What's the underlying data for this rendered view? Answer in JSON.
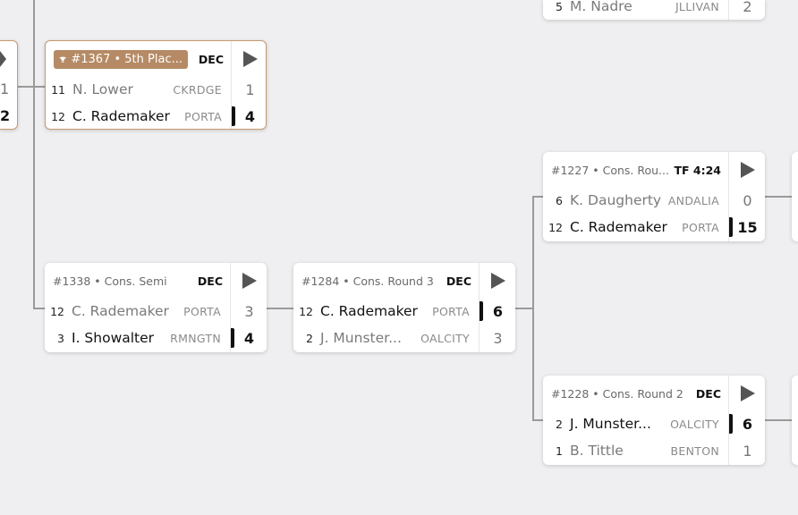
{
  "partial_left": {
    "scores": [
      "1",
      "2"
    ]
  },
  "partial_top": {
    "seed": "5",
    "name": "M. Nadre",
    "team": "JLLIVAN",
    "score": "2"
  },
  "matches": [
    {
      "id": "m1367",
      "title": "#1367 • 5th Plac...",
      "result": "DEC",
      "trophy": true,
      "rows": [
        {
          "seed": "11",
          "name": "N. Lower",
          "team": "CKRDGE",
          "score": "1",
          "win": false
        },
        {
          "seed": "12",
          "name": "C. Rademaker",
          "team": "PORTA",
          "score": "4",
          "win": true
        }
      ]
    },
    {
      "id": "m1338",
      "title": "#1338 • Cons. Semi",
      "result": "DEC",
      "rows": [
        {
          "seed": "12",
          "name": "C. Rademaker",
          "team": "PORTA",
          "score": "3",
          "win": false
        },
        {
          "seed": "3",
          "name": "I. Showalter",
          "team": "RMNGTN",
          "score": "4",
          "win": true
        }
      ]
    },
    {
      "id": "m1284",
      "title": "#1284 • Cons. Round 3",
      "result": "DEC",
      "rows": [
        {
          "seed": "12",
          "name": "C. Rademaker",
          "team": "PORTA",
          "score": "6",
          "win": true
        },
        {
          "seed": "2",
          "name": "J. Munster...",
          "team": "OALCITY",
          "score": "3",
          "win": false
        }
      ]
    },
    {
      "id": "m1227",
      "title": "#1227 • Cons. Rou...",
      "result": "TF 4:24",
      "rows": [
        {
          "seed": "6",
          "name": "K. Daugherty",
          "team": "ANDALIA",
          "score": "0",
          "win": false
        },
        {
          "seed": "12",
          "name": "C. Rademaker",
          "team": "PORTA",
          "score": "15",
          "win": true
        }
      ]
    },
    {
      "id": "m1228",
      "title": "#1228 • Cons. Round 2",
      "result": "DEC",
      "rows": [
        {
          "seed": "2",
          "name": "J. Munster...",
          "team": "OALCITY",
          "score": "6",
          "win": true
        },
        {
          "seed": "1",
          "name": "B. Tittle",
          "team": "BENTON",
          "score": "1",
          "win": false
        }
      ]
    }
  ]
}
